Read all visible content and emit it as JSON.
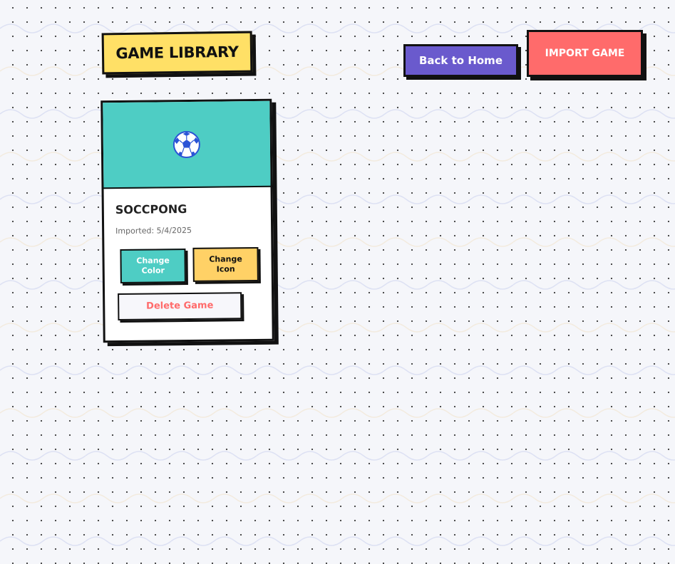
{
  "header": {
    "title": "GAME LIBRARY",
    "back_label": "Back to Home",
    "import_label": "IMPORT GAME"
  },
  "games": [
    {
      "name": "SOCCPONG",
      "imported": "Imported: 5/4/2025",
      "icon": "soccer-ball-icon",
      "color": "#4ecdc4",
      "change_color_label": "Change\nColor",
      "change_icon_label": "Change\nIcon",
      "delete_label": "Delete Game"
    }
  ],
  "theme": {
    "title_bg": "#ffe066",
    "home_button": "#6a5acd",
    "import_button": "#ff6b6b",
    "icon_button": "#ffd166"
  }
}
